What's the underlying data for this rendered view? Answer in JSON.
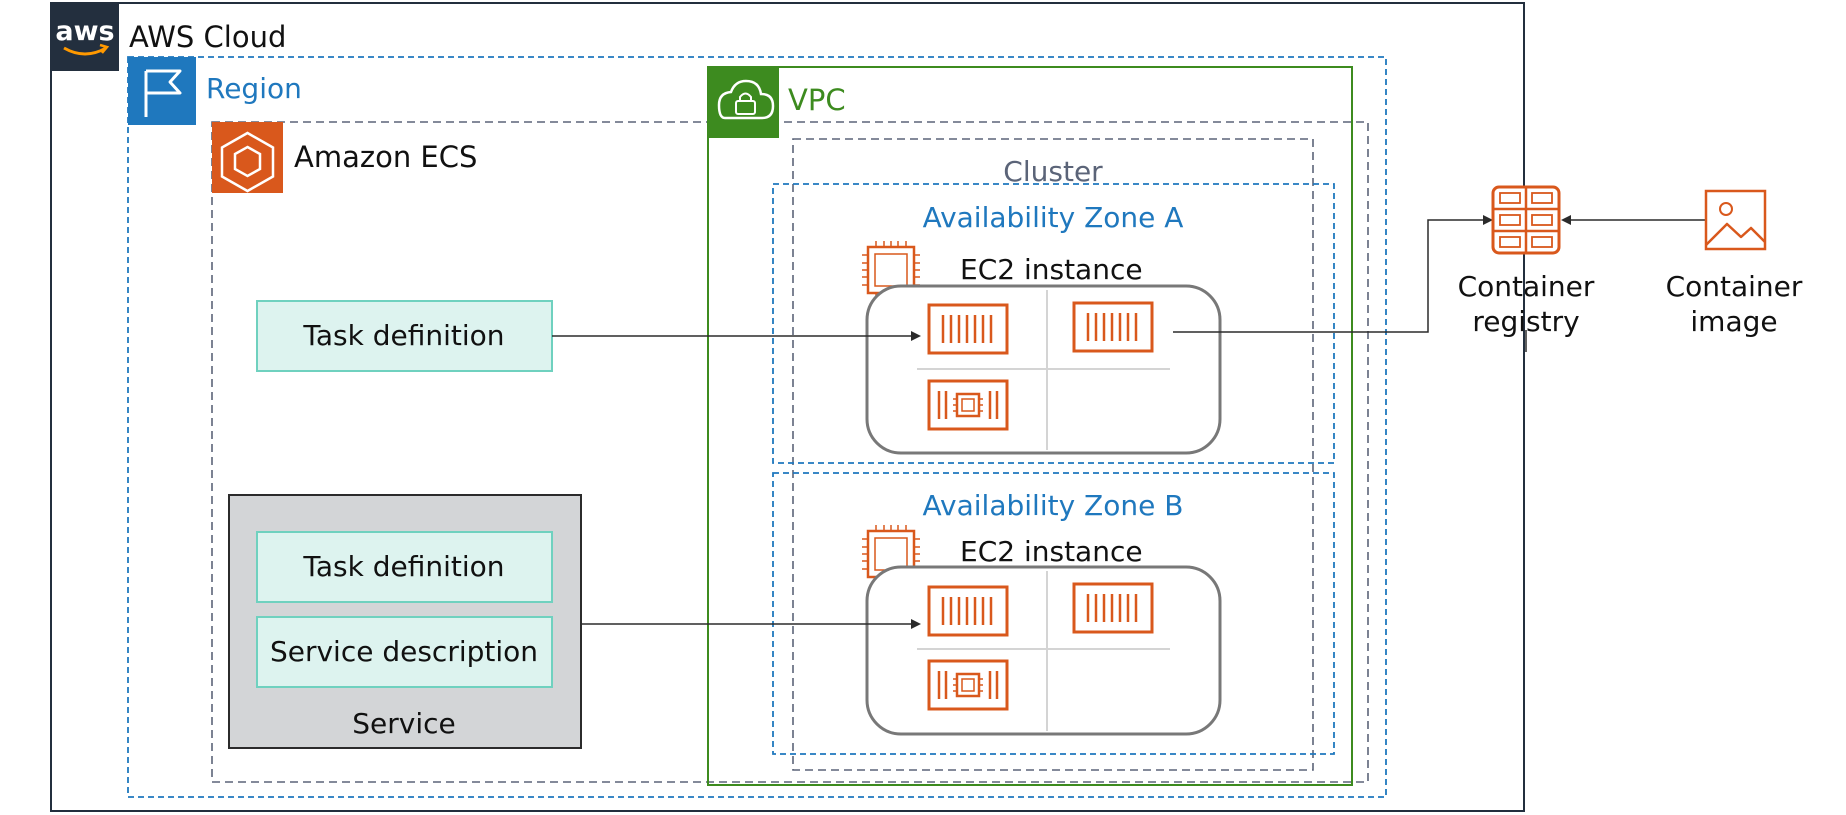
{
  "aws_cloud": {
    "logo_text": "aws",
    "label": "AWS Cloud"
  },
  "region": {
    "label": "Region"
  },
  "ecs": {
    "label": "Amazon ECS"
  },
  "vpc": {
    "label": "VPC"
  },
  "cluster": {
    "label": "Cluster"
  },
  "zone_a": {
    "label": "Availability Zone A",
    "ec2_label": "EC2 instance"
  },
  "zone_b": {
    "label": "Availability Zone B",
    "ec2_label": "EC2 instance"
  },
  "task_definition_1": {
    "label": "Task definition"
  },
  "service": {
    "label": "Service",
    "task_definition": "Task definition",
    "service_description": "Service description"
  },
  "container_registry": {
    "line1": "Container",
    "line2": "registry"
  },
  "container_image": {
    "line1": "Container",
    "line2": "image"
  },
  "colors": {
    "region_blue": "#1F78BE",
    "vpc_green": "#3D8B1F",
    "ecs_orange": "#D9581C",
    "task_fill": "#DDF3EF",
    "task_border": "#6FD1BF",
    "service_fill": "#D3D5D7",
    "aws_logo_bg": "#232F3E",
    "cluster_gray": "#5B6478"
  },
  "icons": {
    "aws": "aws-logo-icon",
    "region": "flag-icon",
    "ecs": "ecs-hexagon-icon",
    "vpc": "cloud-lock-icon",
    "ec2": "chip-icon",
    "container": "container-icon",
    "registry": "registry-icon",
    "image": "image-icon"
  }
}
